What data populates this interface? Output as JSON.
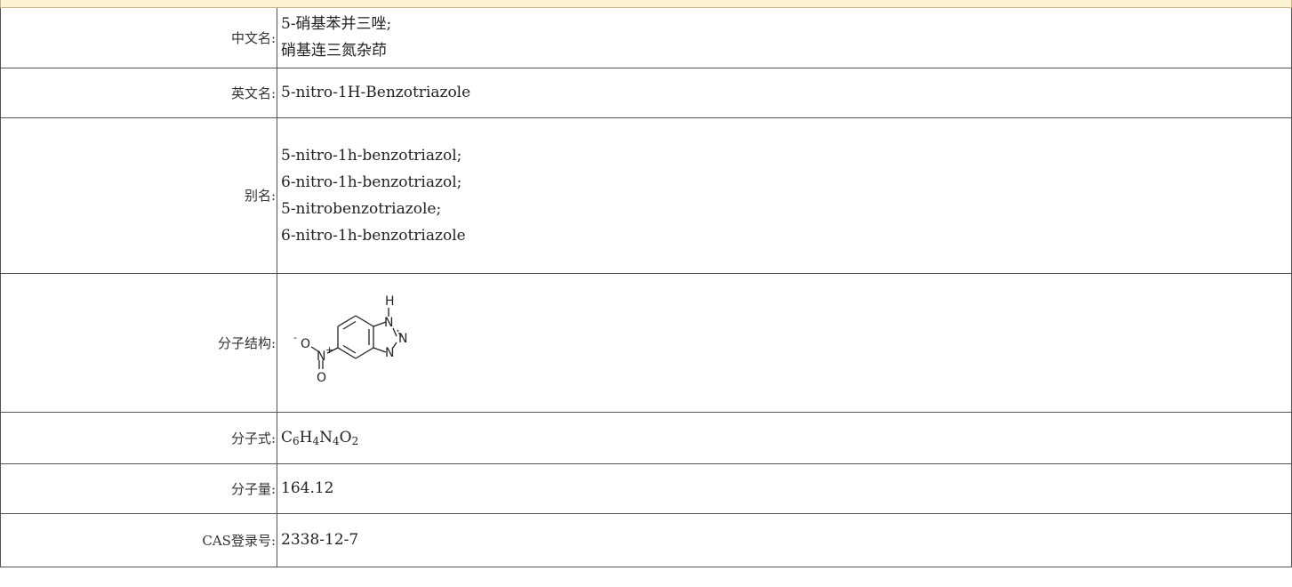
{
  "rows": {
    "chinese_name": {
      "label": "中文名:",
      "values": [
        "5-硝基苯并三唑;",
        "硝基连三氮杂茚"
      ]
    },
    "english_name": {
      "label": "英文名:",
      "value": "5-nitro-1H-Benzotriazole"
    },
    "aliases": {
      "label": "别名:",
      "values": [
        "5-nitro-1h-benzotriazol;",
        "6-nitro-1h-benzotriazol;",
        "5-nitrobenzotriazole;",
        "6-nitro-1h-benzotriazole"
      ]
    },
    "structure": {
      "label": "分子结构:",
      "atoms": {
        "h": "H",
        "n1": "N",
        "n2": "N",
        "n3": "N",
        "nitro_n": "N",
        "nitro_charge": "+",
        "o_minus": "O",
        "o_minus_charge": "-",
        "o_double": "O"
      }
    },
    "formula": {
      "label": "分子式:",
      "parts": [
        {
          "t": "C"
        },
        {
          "s": "6"
        },
        {
          "t": "H"
        },
        {
          "s": "4"
        },
        {
          "t": "N"
        },
        {
          "s": "4"
        },
        {
          "t": "O"
        },
        {
          "s": "2"
        }
      ]
    },
    "molecular_weight": {
      "label": "分子量:",
      "value": "164.12"
    },
    "cas": {
      "label": "CAS登录号:",
      "value": "2338-12-7"
    }
  }
}
